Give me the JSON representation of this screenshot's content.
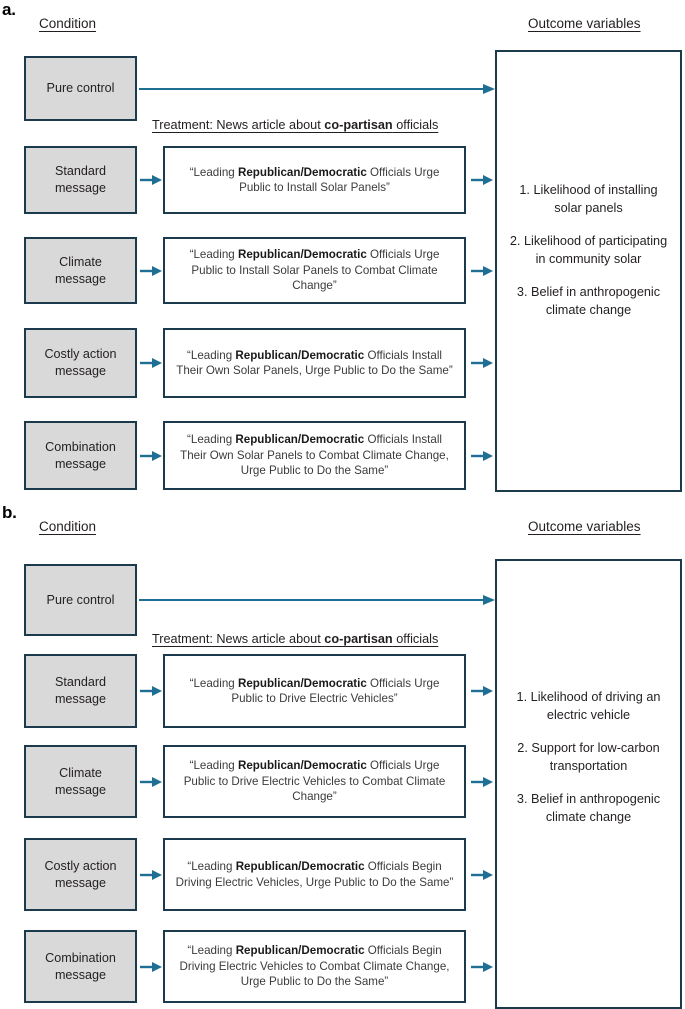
{
  "figure": {
    "accent_arrow_color": "#1f6e93",
    "box_border_color": "#1b3a4b",
    "condition_fill_color": "#d9d9d9"
  },
  "panels": [
    {
      "letter": "a.",
      "headers": {
        "condition": "Condition",
        "outcome": "Outcome variables"
      },
      "treatment_label": {
        "prefix": "Treatment: News article about ",
        "bold": "co-partisan",
        "suffix": " officials"
      },
      "conditions": [
        {
          "label": "Pure control"
        },
        {
          "label": "Standard\nmessage"
        },
        {
          "label": "Climate\nmessage"
        },
        {
          "label": "Costly action\nmessage"
        },
        {
          "label": "Combination\nmessage"
        }
      ],
      "messages": [
        {
          "pre": "“Leading ",
          "bold": "Republican/Democratic",
          "post": " Officials Urge Public to Install Solar Panels”"
        },
        {
          "pre": "“Leading ",
          "bold": "Republican/Democratic",
          "post": " Officials Urge Public to Install Solar Panels to Combat Climate Change”"
        },
        {
          "pre": "“Leading ",
          "bold": "Republican/Democratic",
          "post": " Officials Install Their Own Solar Panels, Urge Public to Do the Same”"
        },
        {
          "pre": "“Leading ",
          "bold": "Republican/Democratic",
          "post": " Officials Install Their Own Solar Panels to Combat Climate Change, Urge Public to Do the Same”"
        }
      ],
      "outcomes": [
        "1. Likelihood of installing solar panels",
        "2. Likelihood of participating in community solar",
        "3. Belief in anthropogenic climate change"
      ]
    },
    {
      "letter": "b.",
      "headers": {
        "condition": "Condition",
        "outcome": "Outcome variables"
      },
      "treatment_label": {
        "prefix": "Treatment: News article about ",
        "bold": "co-partisan",
        "suffix": " officials"
      },
      "conditions": [
        {
          "label": "Pure control"
        },
        {
          "label": "Standard\nmessage"
        },
        {
          "label": "Climate\nmessage"
        },
        {
          "label": "Costly action\nmessage"
        },
        {
          "label": "Combination\nmessage"
        }
      ],
      "messages": [
        {
          "pre": "“Leading ",
          "bold": "Republican/Democratic",
          "post": " Officials Urge Public to Drive Electric Vehicles”"
        },
        {
          "pre": "“Leading ",
          "bold": "Republican/Democratic",
          "post": " Officials Urge Public to Drive Electric Vehicles to Combat Climate Change”"
        },
        {
          "pre": "“Leading ",
          "bold": "Republican/Democratic",
          "post": " Officials Begin Driving Electric Vehicles, Urge Public to Do the Same”"
        },
        {
          "pre": "“Leading ",
          "bold": "Republican/Democratic",
          "post": " Officials Begin Driving Electric Vehicles to Combat Climate Change, Urge Public to Do the Same”"
        }
      ],
      "outcomes": [
        "1. Likelihood of driving an electric vehicle",
        "2. Support for low-carbon transportation",
        "3. Belief in anthropogenic climate change"
      ]
    }
  ]
}
